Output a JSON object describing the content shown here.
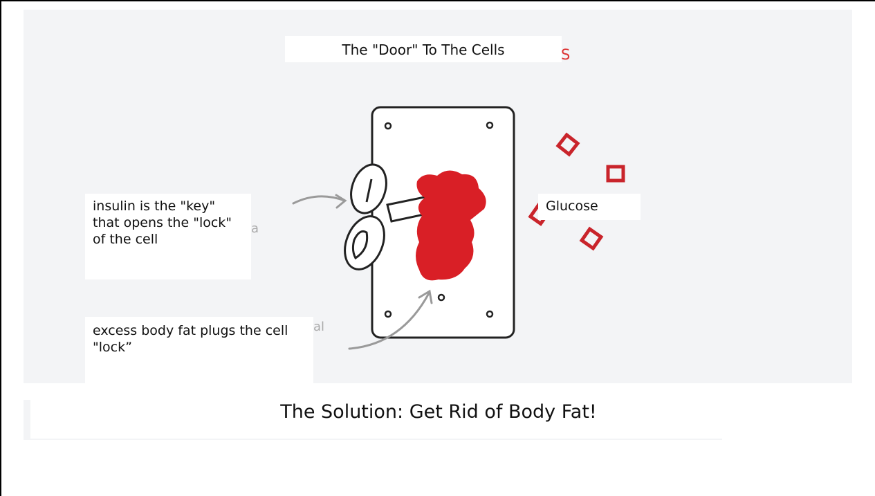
{
  "slide": {
    "title": "The \"Door\" To The Cells",
    "title_stray_char": "S",
    "labels": {
      "glucose": "Glucose",
      "insulin_key": "insulin is the \"key\"\nthat opens the \"lock\"\nof the cell",
      "insulin_stray": "a",
      "body_fat": "excess body fat plugs the cell\n\"lock”",
      "body_fat_stray": "al"
    },
    "caption": "The Solution: Get Rid of Body Fat!"
  },
  "colors": {
    "background_panel": "#f3f4f6",
    "fat_plug": "#d91f26",
    "glucose": "#c9242b",
    "arrow": "#9a9a9a",
    "outline": "#222222"
  },
  "icons": [
    "door-plate-icon",
    "key-icon",
    "fat-plug-shape",
    "glucose-square-icon",
    "arrow-icon"
  ]
}
